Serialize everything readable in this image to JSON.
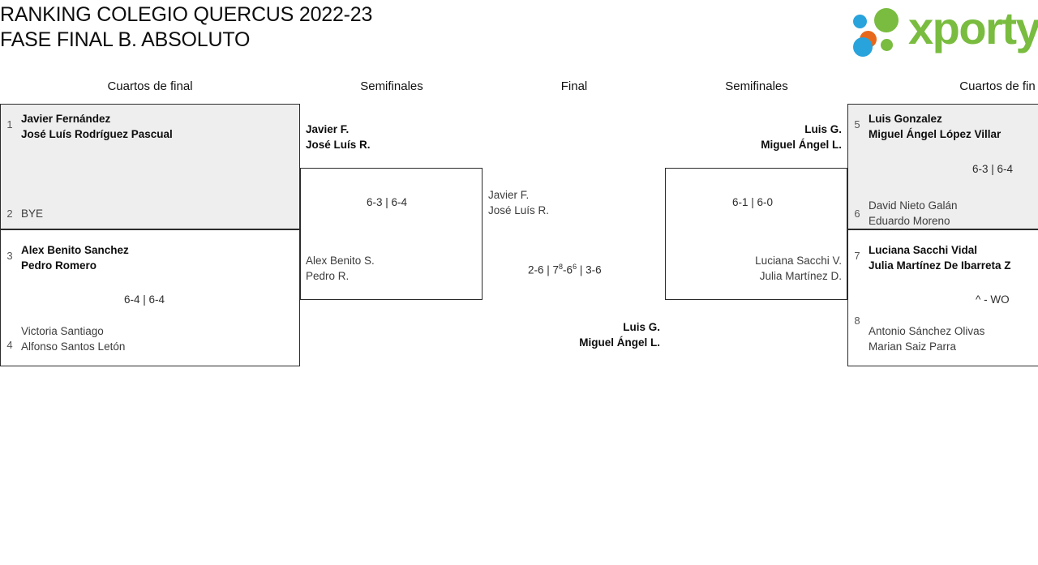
{
  "header": {
    "title_line_1": "RANKING COLEGIO QUERCUS 2022-23",
    "title_line_2": "FASE FINAL B. ABSOLUTO",
    "logo_text": "xporty",
    "logo_colors": {
      "green": "#79bc3f",
      "blue": "#29a3dc",
      "orange": "#e8681b"
    }
  },
  "rounds": {
    "qf_left": "Cuartos de final",
    "sf_left": "Semifinales",
    "final": "Final",
    "sf_right": "Semifinales",
    "qf_right": "Cuartos de fin"
  },
  "bracket": {
    "quarterfinals_left": [
      {
        "seed_top": "1",
        "top_p1": "Javier Fernández",
        "top_p2": "José Luís Rodríguez Pascual",
        "top_winner": true,
        "seed_bottom": "2",
        "bottom_p1": "BYE",
        "bottom_p2": "",
        "bottom_winner": false,
        "score": ""
      },
      {
        "seed_top": "3",
        "top_p1": "Alex Benito Sanchez",
        "top_p2": "Pedro Romero",
        "top_winner": true,
        "seed_bottom": "4",
        "bottom_p1": "Victoria Santiago",
        "bottom_p2": "Alfonso Santos Letón",
        "bottom_winner": false,
        "score": "6-4 | 6-4"
      }
    ],
    "semifinal_left": {
      "top_p1": "Javier F.",
      "top_p2": "José Luís R.",
      "top_winner": true,
      "bottom_p1": "Alex Benito S.",
      "bottom_p2": "Pedro R.",
      "bottom_winner": false,
      "score": "6-3 | 6-4"
    },
    "final": {
      "top_p1": "Javier F.",
      "top_p2": "José Luís R.",
      "top_winner": false,
      "bottom_p1": "Luis G.",
      "bottom_p2": "Miguel Ángel L.",
      "bottom_winner": true,
      "score_plain": "2-6 | 7",
      "score_sup_1": "8",
      "score_mid": "-6",
      "score_sup_2": "6",
      "score_tail": " | 3-6",
      "score_full": "2-6 | 7⁸-6⁶ | 3-6"
    },
    "semifinal_right": {
      "top_p1": "Luis G.",
      "top_p2": "Miguel Ángel L.",
      "top_winner": true,
      "bottom_p1": "Luciana Sacchi V.",
      "bottom_p2": "Julia Martínez D.",
      "bottom_winner": false,
      "score": "6-1 | 6-0"
    },
    "quarterfinals_right": [
      {
        "seed_top": "5",
        "top_p1": "Luis Gonzalez",
        "top_p2": "Miguel Ángel López Villar",
        "top_winner": true,
        "seed_bottom": "6",
        "bottom_p1": "David Nieto Galán",
        "bottom_p2": "Eduardo Moreno",
        "bottom_winner": false,
        "score": "6-3 | 6-4"
      },
      {
        "seed_top": "7",
        "top_p1": "Luciana Sacchi Vidal",
        "top_p2": "Julia Martínez De Ibarreta Z",
        "top_winner": true,
        "seed_bottom": "8",
        "bottom_p1": "Antonio Sánchez Olivas",
        "bottom_p2": "Marian Saiz Parra",
        "bottom_winner": false,
        "score": "^ - WO"
      }
    ]
  }
}
